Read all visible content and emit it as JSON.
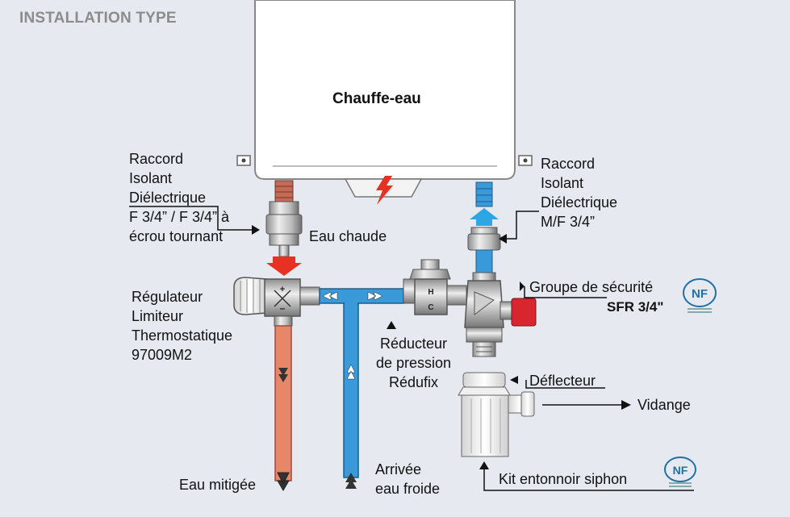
{
  "header": {
    "title": "INSTALLATION TYPE"
  },
  "heater": {
    "label": "Chauffe-eau"
  },
  "labels": {
    "raccord_left": [
      "Raccord",
      "Isolant",
      "Diélectrique",
      "F 3/4” / F 3/4” à",
      "écrou tournant"
    ],
    "raccord_right": [
      "Raccord",
      "Isolant",
      "Diélectrique",
      "M/F 3/4”"
    ],
    "eau_chaude": "Eau chaude",
    "regulateur": [
      "Régulateur",
      "Limiteur",
      "Thermostatique",
      "97009M2"
    ],
    "reducteur": [
      "Réducteur",
      "de pression",
      "Rédufix"
    ],
    "groupe": "Groupe de sécurité",
    "sfr": "SFR 3/4\"",
    "deflecteur": "Déflecteur",
    "vidange": "Vidange",
    "kit": "Kit entonnoir siphon",
    "eau_mitigee": "Eau mitigée",
    "arrivee": [
      "Arrivée",
      "eau froide"
    ]
  },
  "logos": {
    "nf_text": "NF"
  },
  "colors": {
    "background": "#e6eaf0",
    "hot_pipe": "#e8866a",
    "cold_pipe": "#3a9ad9",
    "red_arrow": "#e53222",
    "safety_red": "#d7262d",
    "nf_blue": "#1f6fa8",
    "heater_body": "#ffffff"
  },
  "icons": {
    "lightning": "lightning-icon",
    "arrow": "arrow-right-icon"
  }
}
